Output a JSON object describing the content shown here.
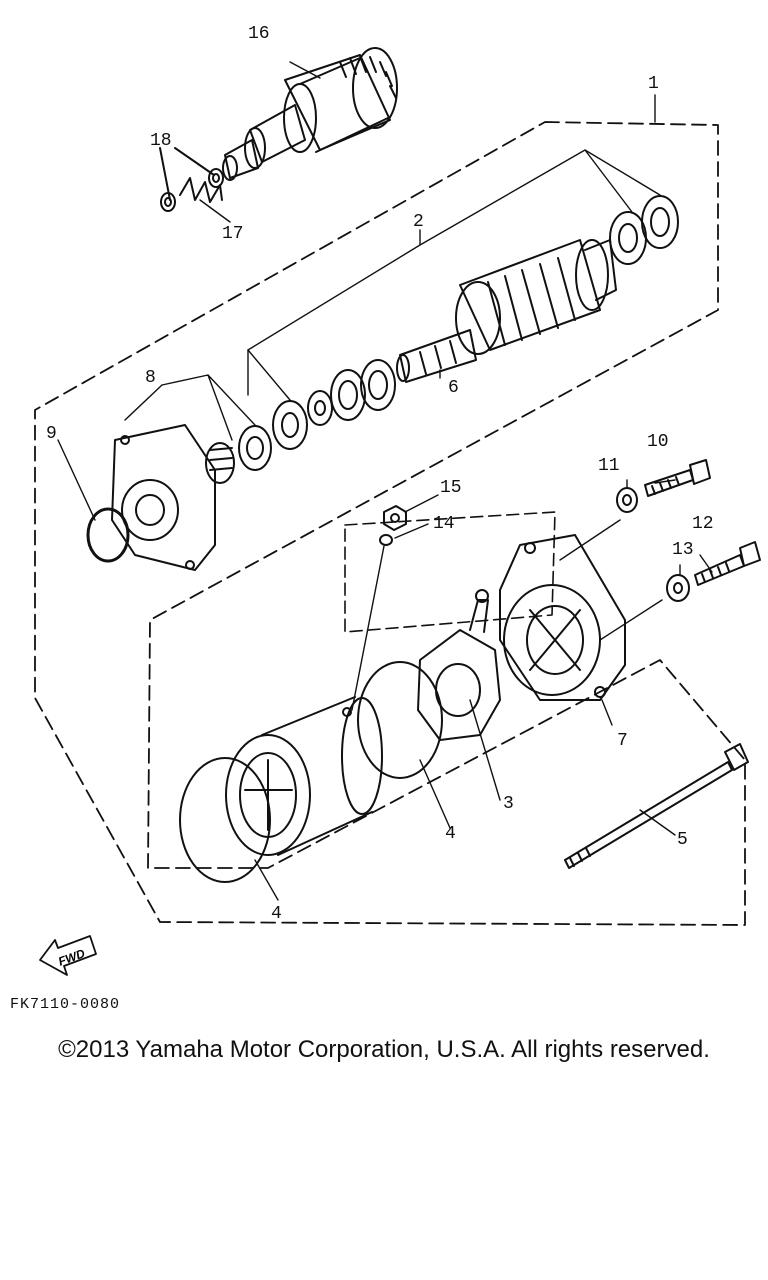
{
  "diagram": {
    "callouts": [
      "1",
      "2",
      "3",
      "4",
      "4",
      "5",
      "6",
      "7",
      "8",
      "9",
      "10",
      "11",
      "12",
      "13",
      "14",
      "15",
      "16",
      "17",
      "18"
    ],
    "fwd_label": "FWD",
    "drawing_code": "FK7110-0080"
  },
  "footer": {
    "copyright": "©2013 Yamaha Motor Corporation, U.S.A. All rights reserved."
  }
}
